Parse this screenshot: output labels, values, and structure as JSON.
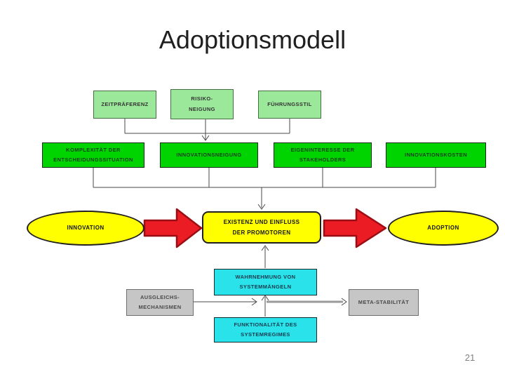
{
  "slide": {
    "title": "Adoptionsmodell",
    "page_number": "21"
  },
  "nodes": {
    "zeitpraeferenz": {
      "label": "ZEITPRÄFERENZ"
    },
    "risikoneigung": {
      "label": "RISIKO-\nNEIGUNG"
    },
    "fuehrungsstil": {
      "label": "FÜHRUNGSSTIL"
    },
    "komplexitaet": {
      "label": "KOMPLEXITÄT DER\nENTSCHEIDUNGSSITUATION"
    },
    "innovationsneigung": {
      "label": "INNOVATIONSNEIGUNG"
    },
    "eigeninteresse": {
      "label": "EIGENINTERESSE DER\nSTAKEHOLDERS"
    },
    "innovationskosten": {
      "label": "INNOVATIONSKOSTEN"
    },
    "innovation": {
      "label": "INNOVATION"
    },
    "promotoren": {
      "label": "EXISTENZ UND EINFLUSS\nDER PROMOTOREN"
    },
    "adoption": {
      "label": "ADOPTION"
    },
    "wahrnehmung": {
      "label": "WAHRNEHMUNG VON\nSYSTEMMÄNGELN"
    },
    "ausgleichsmechanismen": {
      "label": "AUSGLEICHS-\nMECHANISMEN"
    },
    "metastabilitaet": {
      "label": "META-STABILITÄT"
    },
    "funktionalitaet": {
      "label": "FUNKTIONALITÄT DES\nSYSTEMREGIMES"
    }
  },
  "colors": {
    "light_green_fill": "#9BE89B",
    "bright_green_fill": "#00D400",
    "yellow_fill": "#FFFF00",
    "cyan_fill": "#29E2EA",
    "gray_fill": "#C6C6C6",
    "red_arrow_fill": "#EC1C24",
    "red_arrow_border": "#9B0E14",
    "connector_line": "#4a4a4a"
  }
}
